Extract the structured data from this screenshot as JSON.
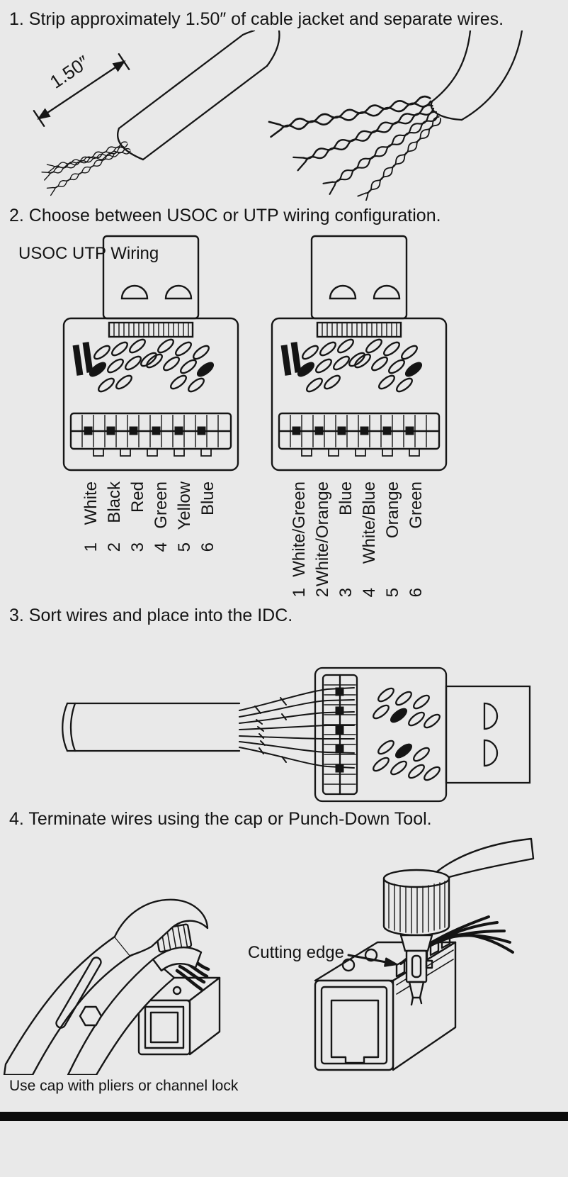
{
  "palette": {
    "background": "#e9e9e9",
    "ink": "#141414",
    "bottom_bar": "#0b0b0b"
  },
  "steps": {
    "step1": {
      "heading": "1. Strip approximately 1.50″ of cable jacket and separate wires.",
      "dimension_label": "1.50″"
    },
    "step2": {
      "heading": "2. Choose between USOC or UTP wiring configuration.",
      "wiring_title": "USOC UTP Wiring",
      "usoc_pins": [
        {
          "num": "1",
          "color": "White"
        },
        {
          "num": "2",
          "color": "Black"
        },
        {
          "num": "3",
          "color": "Red"
        },
        {
          "num": "4",
          "color": "Green"
        },
        {
          "num": "5",
          "color": "Yellow"
        },
        {
          "num": "6",
          "color": "Blue"
        }
      ],
      "utp_pins": [
        {
          "num": "1",
          "color": "White/Green"
        },
        {
          "num": "2",
          "color": "White/Orange"
        },
        {
          "num": "3",
          "color": "Blue"
        },
        {
          "num": "4",
          "color": "White/Blue"
        },
        {
          "num": "5",
          "color": "Orange"
        },
        {
          "num": "6",
          "color": "Green"
        }
      ]
    },
    "step3": {
      "heading": "3. Sort wires and place into the IDC."
    },
    "step4": {
      "heading": "4. Terminate wires using the cap or Punch-Down Tool.",
      "cutting_edge_label": "Cutting edge",
      "caption": "Use cap with pliers or channel lock"
    }
  }
}
